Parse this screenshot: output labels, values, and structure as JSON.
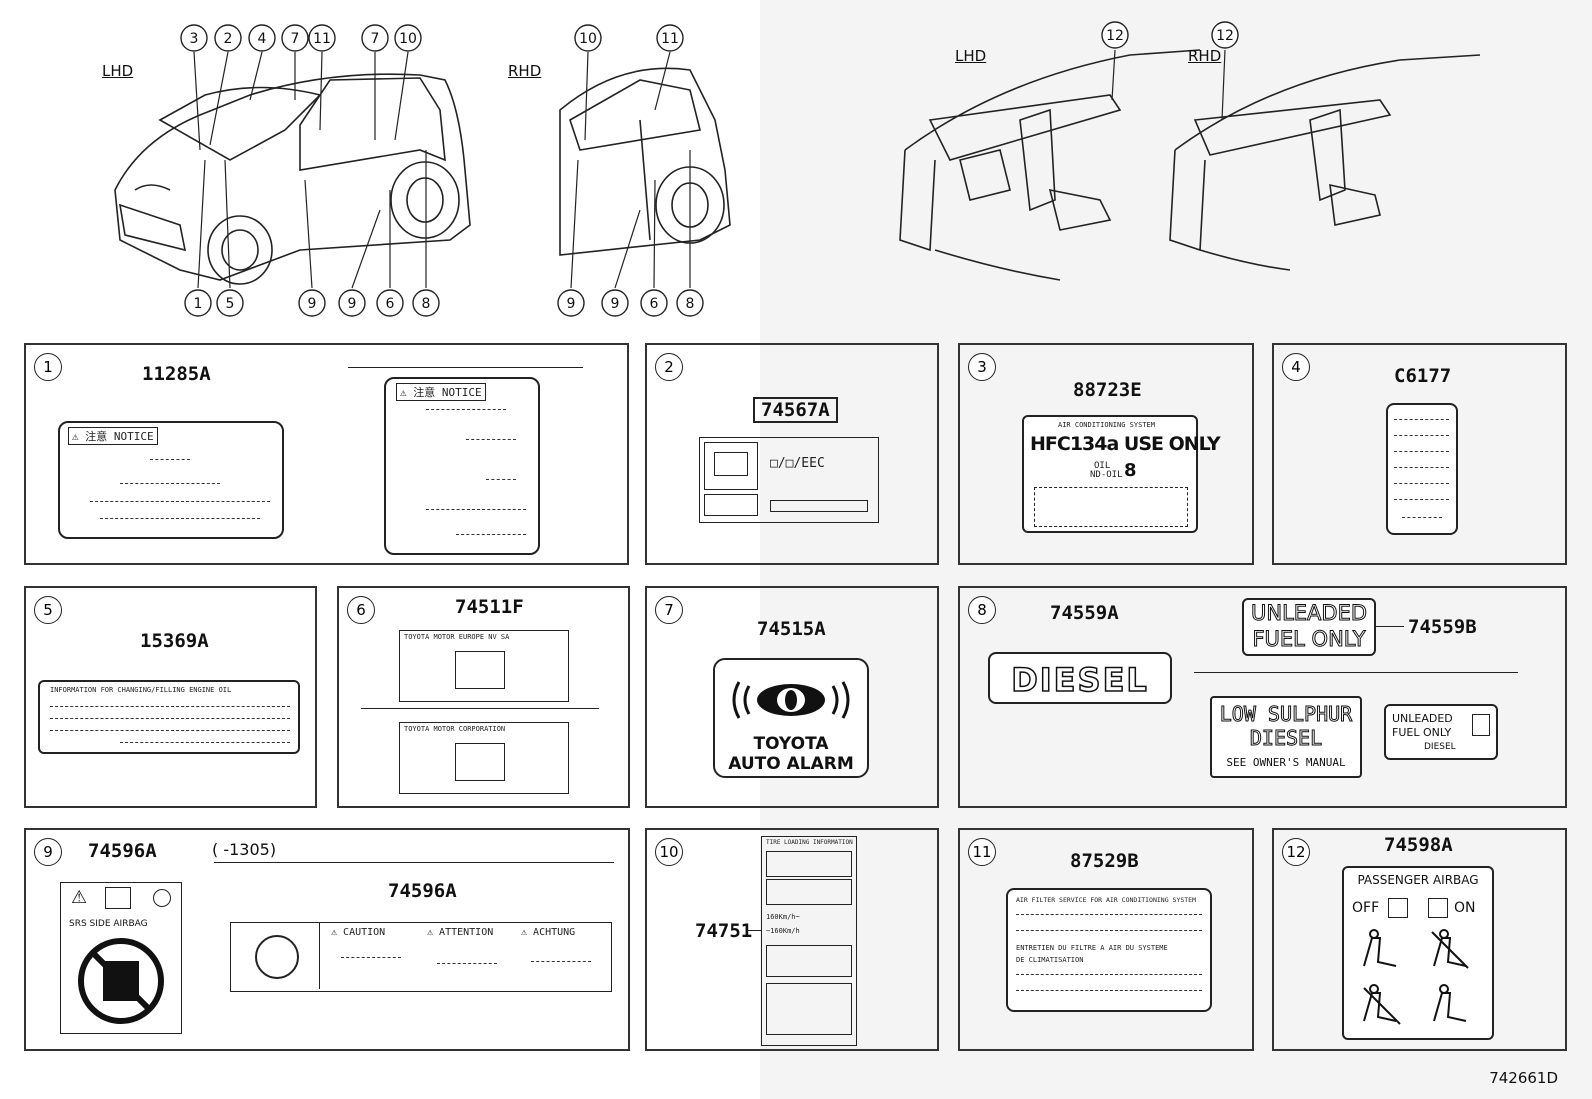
{
  "side_labels": {
    "lhd1": "LHD",
    "rhd1": "RHD",
    "lhd2": "LHD",
    "rhd2": "RHD"
  },
  "top_callouts": [
    "3",
    "2",
    "4",
    "7",
    "11",
    "7",
    "10",
    "10",
    "11",
    "12",
    "12",
    "1",
    "5",
    "9",
    "9",
    "6",
    "8",
    "9",
    "9",
    "6",
    "8"
  ],
  "panels": [
    {
      "n": "1",
      "part": "11285A",
      "notice": "注意 NOTICE",
      "notice2": "注意 NOTICE"
    },
    {
      "n": "2",
      "part": "74567A",
      "eec": "□/□/EEC"
    },
    {
      "n": "3",
      "part": "88723E",
      "header": "AIR CONDITIONING SYSTEM",
      "main": "HFC134a USE ONLY",
      "oil": "OIL",
      "oilsub": "ND-OIL",
      "oilnum": "8"
    },
    {
      "n": "4",
      "part": "C6177"
    },
    {
      "n": "5",
      "part": "15369A",
      "header": "INFORMATION FOR CHANGING/FILLING ENGINE OIL"
    },
    {
      "n": "6",
      "part": "74511F",
      "head1": "TOYOTA MOTOR EUROPE NV SA",
      "head2": "TOYOTA MOTOR CORPORATION"
    },
    {
      "n": "7",
      "part": "74515A",
      "l1": "TOYOTA",
      "l2": "AUTO ALARM"
    },
    {
      "n": "8",
      "part": "74559A",
      "part2": "74559B",
      "diesel": "DIESEL",
      "unl1": "UNLEADED",
      "unl2": "FUEL ONLY",
      "low1": "LOW SULPHUR",
      "low2": "DIESEL",
      "low3": "SEE OWNER'S MANUAL",
      "s1": "UNLEADED",
      "s2": "FUEL ONLY",
      "s3": "DIESEL"
    },
    {
      "n": "9",
      "part": "74596A",
      "part2": "74596A",
      "range": "(      -1305)",
      "srs": "SRS SIDE AIRBAG",
      "c1": "CAUTION",
      "c2": "ATTENTION",
      "c3": "ACHTUNG"
    },
    {
      "n": "10",
      "part": "74751",
      "head": "TIRE LOADING INFORMATION",
      "sp1": "160Km/h~",
      "sp2": "~160Km/h"
    },
    {
      "n": "11",
      "part": "87529B",
      "t1": "AIR FILTER SERVICE FOR AIR CONDITIONING SYSTEM",
      "t2": "ENTRETIEN DU FILTRE A AIR DU SYSTEME",
      "t3": "DE CLIMATISATION"
    },
    {
      "n": "12",
      "part": "74598A",
      "head": "PASSENGER AIRBAG",
      "off": "OFF",
      "on": "ON"
    }
  ],
  "diagram_code": "742661D"
}
